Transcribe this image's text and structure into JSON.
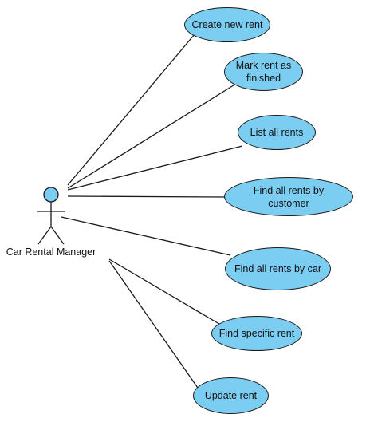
{
  "actor": {
    "name": "Car Rental Manager",
    "icon": "stick-figure-actor-icon",
    "head_fill": "#7ccdf2"
  },
  "use_cases": [
    {
      "id": "create-new-rent",
      "label": "Create new rent"
    },
    {
      "id": "mark-rent-as-finished",
      "label": "Mark rent as finished"
    },
    {
      "id": "list-all-rents",
      "label": "List all rents"
    },
    {
      "id": "find-all-rents-by-customer",
      "label": "Find all rents by customer"
    },
    {
      "id": "find-all-rents-by-car",
      "label": "Find all rents by car"
    },
    {
      "id": "find-specific-rent",
      "label": "Find specific rent"
    },
    {
      "id": "update-rent",
      "label": "Update rent"
    }
  ],
  "colors": {
    "use_case_fill": "#7ccdf2",
    "stroke": "#1a1a1a",
    "background": "#ffffff"
  }
}
